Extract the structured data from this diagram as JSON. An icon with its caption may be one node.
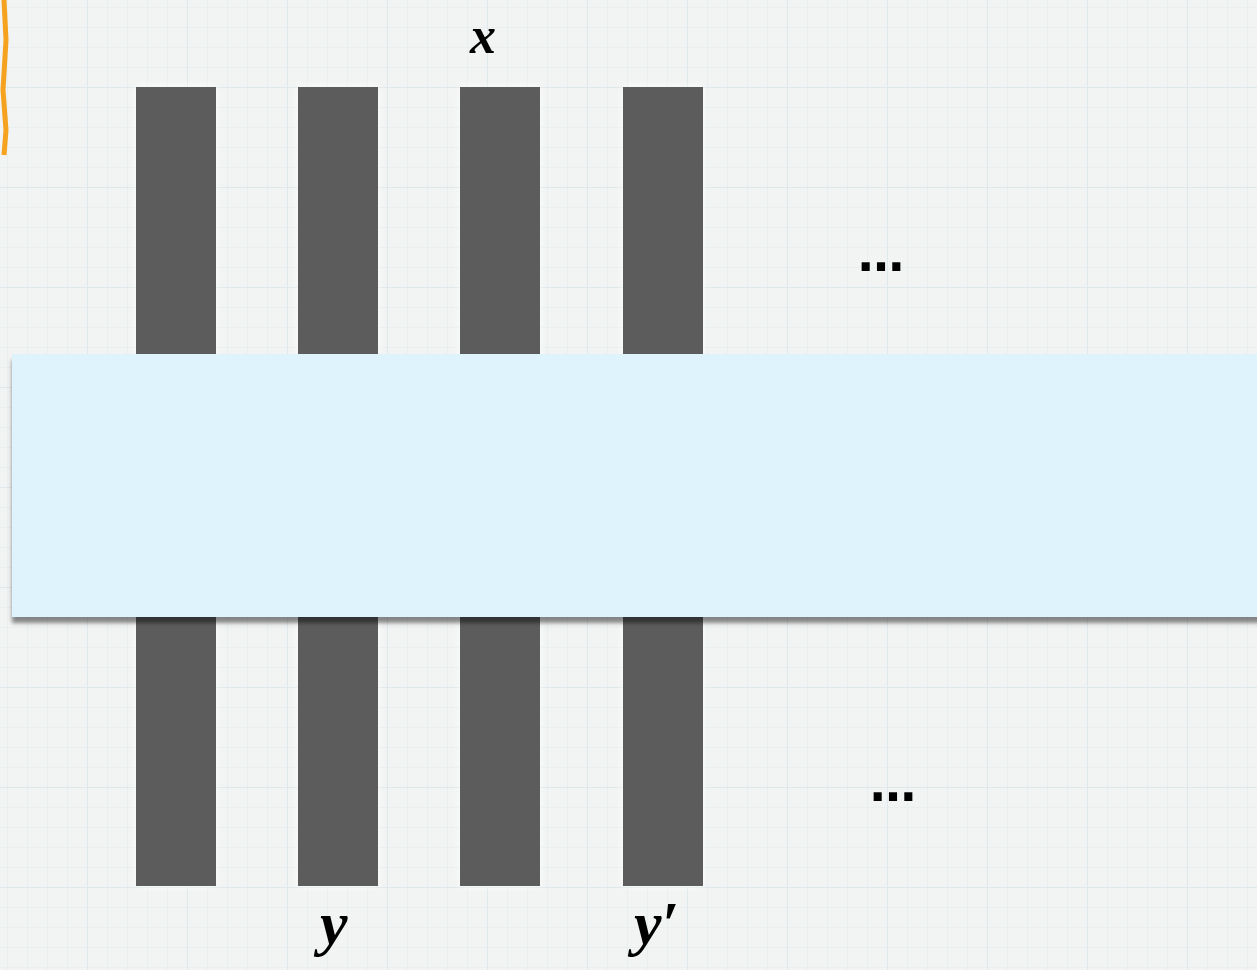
{
  "diagram": {
    "nodes": [
      {
        "text": [],
        "shape": "bar"
      },
      {
        "text": [],
        "shape": "bar"
      },
      {
        "text": [],
        "shape": "bar"
      },
      {
        "text": [],
        "shape": "bar"
      },
      {
        "text": [],
        "shape": "box"
      },
      {
        "text": [],
        "shape": "bar"
      },
      {
        "text": [],
        "shape": "bar"
      },
      {
        "text": [],
        "shape": "bar"
      },
      {
        "text": [],
        "shape": "bar"
      }
    ],
    "labels": [
      "x",
      "…",
      "…",
      "y",
      "y′"
    ]
  }
}
